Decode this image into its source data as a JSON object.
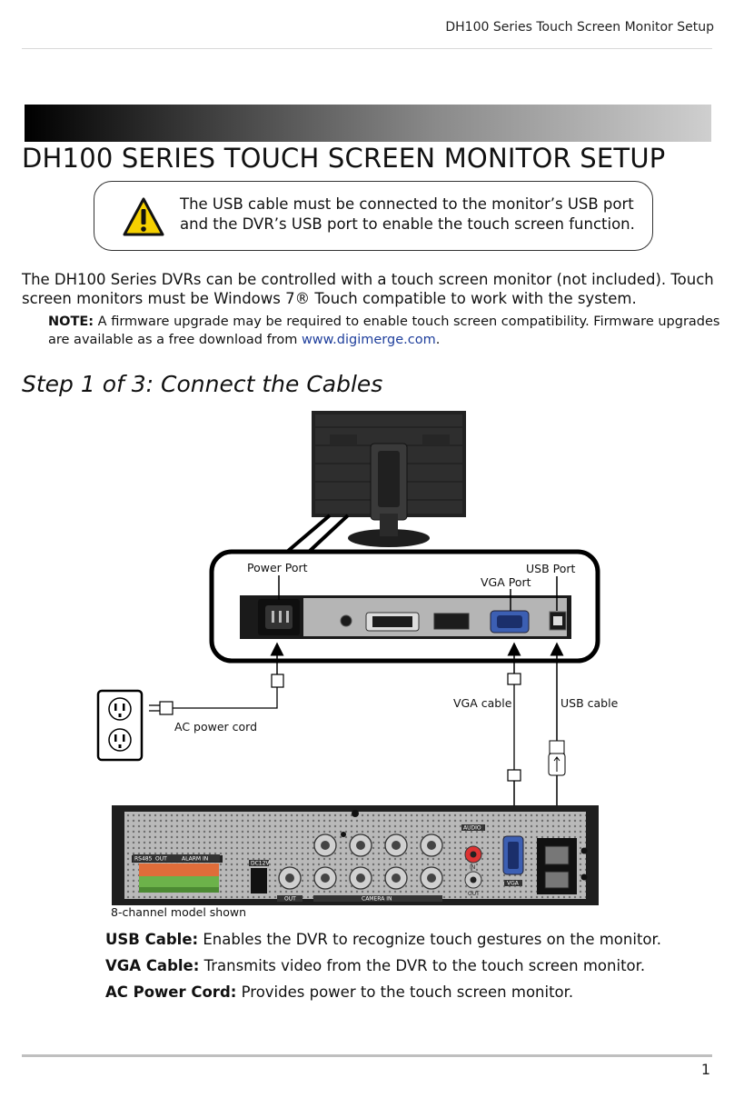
{
  "header": {
    "running_title": "DH100 Series Touch Screen Monitor Setup"
  },
  "title": "DH100 SERIES TOUCH SCREEN MONITOR SETUP",
  "warning": {
    "icon": "warning-triangle-icon",
    "line1": "The USB cable must be connected to the monitor’s USB port",
    "line2": "and the DVR’s USB port to enable the touch screen function."
  },
  "intro": {
    "line1": "The DH100 Series DVRs can be controlled with a touch screen monitor (not included). Touch",
    "line2": "screen monitors must be Windows 7® Touch compatible to work with the system."
  },
  "firmware_note": {
    "label": "NOTE:",
    "text": "A firmware upgrade may be required to enable touch screen compatibility. Firmware upgrades are available as a free download from",
    "link": "www.digimerge.com",
    "end": "."
  },
  "step_heading": "Step 1 of 3: Connect the Cables",
  "diagram": {
    "power_port": "Power Port",
    "usb_port": "USB Port",
    "vga_port": "VGA Port",
    "vga_cable": "VGA cable",
    "usb_cable": "USB cable",
    "ac_power_cord": "AC power cord",
    "model_caption": "8-channel model shown",
    "dvr_labels": {
      "rs485": "RS485",
      "out": "OUT",
      "alarm_in": "ALARM IN",
      "dc12v": "DC12V",
      "video_out": "OUT",
      "camera_in": "CAMERA IN",
      "audio": "AUDIO",
      "audio_in": "IN",
      "audio_out": "OUT",
      "vga": "VGA"
    }
  },
  "descriptions": [
    {
      "term": "USB Cable:",
      "text": "Enables the DVR to recognize touch gestures on the monitor."
    },
    {
      "term": "VGA Cable:",
      "text": "Transmits video from the DVR to the touch screen monitor."
    },
    {
      "term": "AC Power Cord:",
      "text": "Provides power to the touch screen monitor."
    }
  ],
  "footer": {
    "page_number": "1"
  }
}
